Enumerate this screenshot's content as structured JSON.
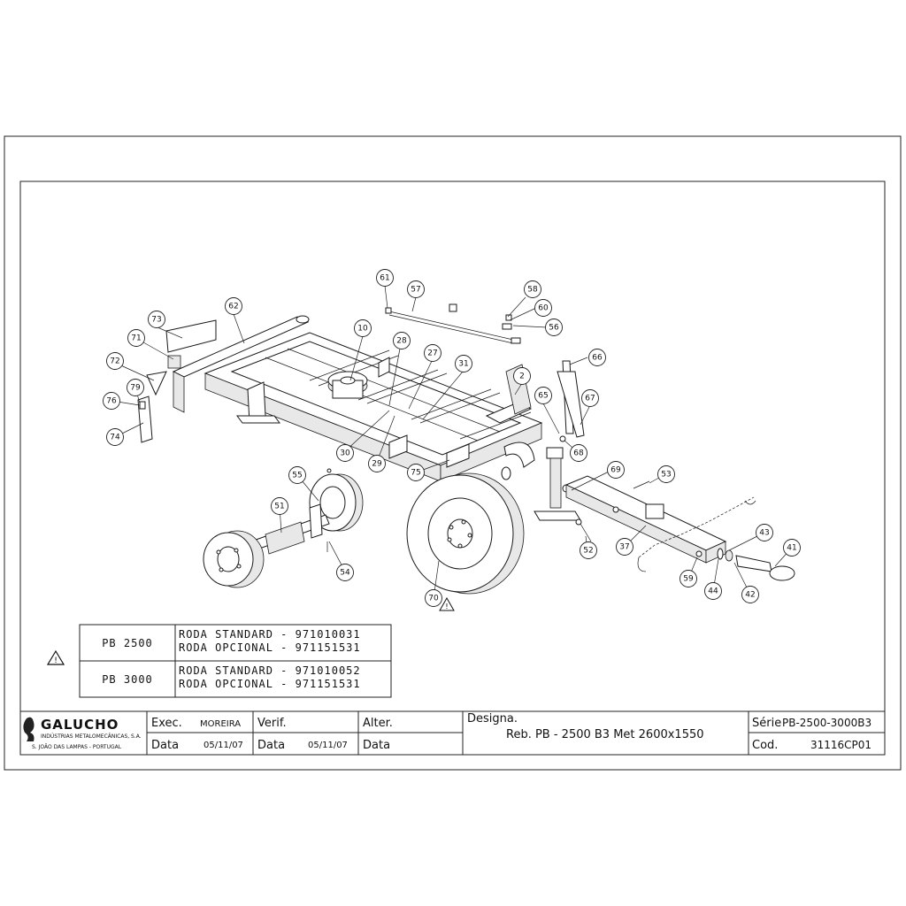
{
  "callouts": [
    "61",
    "57",
    "58",
    "60",
    "56",
    "62",
    "73",
    "71",
    "72",
    "79",
    "76",
    "74",
    "10",
    "28",
    "27",
    "31",
    "2",
    "66",
    "65",
    "67",
    "68",
    "30",
    "29",
    "75",
    "55",
    "51",
    "54",
    "69",
    "53",
    "37",
    "52",
    "43",
    "41",
    "44",
    "42",
    "59",
    "70"
  ],
  "wheel_table": {
    "rows": [
      {
        "model": "PB 2500",
        "standard": "RODA STANDARD - 971010031",
        "optional": "RODA OPCIONAL - 971151531"
      },
      {
        "model": "PB 3000",
        "standard": "RODA STANDARD - 971010052",
        "optional": "RODA OPCIONAL - 971151531"
      }
    ]
  },
  "title_block": {
    "brand": "GALUCHO",
    "company": "INDÚSTRIAS METALOMECÂNICAS, S.A.",
    "location": "S. JOÃO DAS LAMPAS - PORTUGAL",
    "exec_label": "Exec.",
    "exec_value": "MOREIRA",
    "verif_label": "Verif.",
    "alter_label": "Alter.",
    "data_label": "Data",
    "exec_date": "05/11/07",
    "verif_date": "05/11/07",
    "designa_label": "Designa.",
    "designation": "Reb. PB - 2500 B3 Met 2600x1550",
    "serie_label": "Série",
    "serie_value": "PB-2500-3000B3",
    "cod_label": "Cod.",
    "cod_value": "31116CP01"
  }
}
